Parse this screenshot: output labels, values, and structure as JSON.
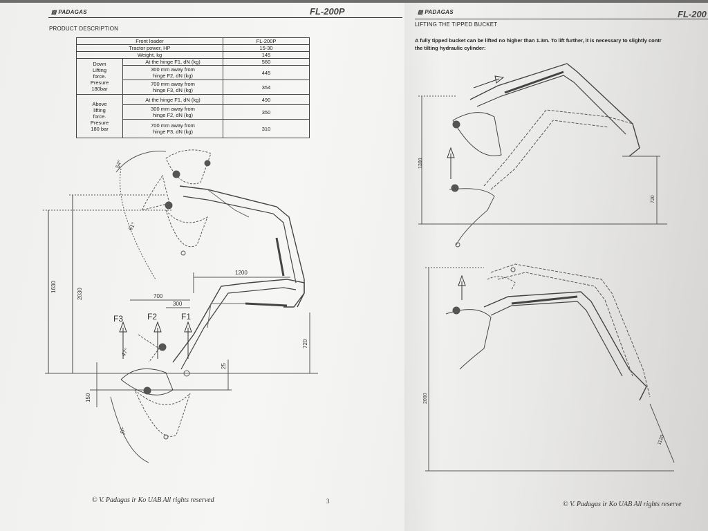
{
  "left_page": {
    "brand": "PADAGAS",
    "model": "FL-200P",
    "section_title": "PRODUCT DESCRIPTION",
    "table": {
      "header": [
        "Front loader",
        "FL-200P"
      ],
      "rows_simple": [
        {
          "label": "Tractor power, HP",
          "value": "15-30"
        },
        {
          "label": "Weight, kg",
          "value": "145"
        }
      ],
      "group_down": {
        "label": "Down\nLifting\nforce.\nPresure\n180bar",
        "rows": [
          {
            "label": "At the hinge F1, dN (kg)",
            "value": "560"
          },
          {
            "label": "300 mm away from\nhinge F2, dN (kg)",
            "value": "445"
          },
          {
            "label": "700 mm away from\nhinge F3, dN (kg)",
            "value": "354"
          }
        ]
      },
      "group_above": {
        "label": "Above\nlifting\nforce.\nPresure\n180 bar",
        "rows": [
          {
            "label": "At the hinge F1, dN (kg)",
            "value": "490"
          },
          {
            "label": "300 mm away from\nhinge F2, dN (kg)",
            "value": "350"
          },
          {
            "label": "700 mm away from\nhinge F3, dN (kg)",
            "value": "310"
          }
        ]
      }
    },
    "drawing_labels": {
      "angle_top": "54°",
      "angle_mid": "61°",
      "angle_low": "47°",
      "angle_bottom": "70°",
      "dim_1200": "1200",
      "dim_700": "700",
      "dim_300": "300",
      "dim_1630": "1630",
      "dim_2030": "2030",
      "dim_720": "720",
      "dim_25": "25",
      "dim_150": "150",
      "f1": "F1",
      "f2": "F2",
      "f3": "F3"
    },
    "footer_copyright": "© V. Padagas ir Ko UAB All rights reserved",
    "page_number": "3"
  },
  "right_page": {
    "brand": "PADAGAS",
    "model": "FL-200",
    "section_title": "LIFTING THE TIPPED BUCKET",
    "paragraph": "A fully tipped bucket can be lifted no higher than 1.3m. To lift further, it is necessary to slightly contr\nthe tilting hydraulic cylinder:",
    "drawing_labels": {
      "dim_upper_left": "1300",
      "dim_upper_right": "720",
      "dim_lower_left": "2000",
      "dim_lower_right": "1120"
    },
    "footer_copyright": "© V. Padagas ir Ko UAB All rights reserve"
  }
}
